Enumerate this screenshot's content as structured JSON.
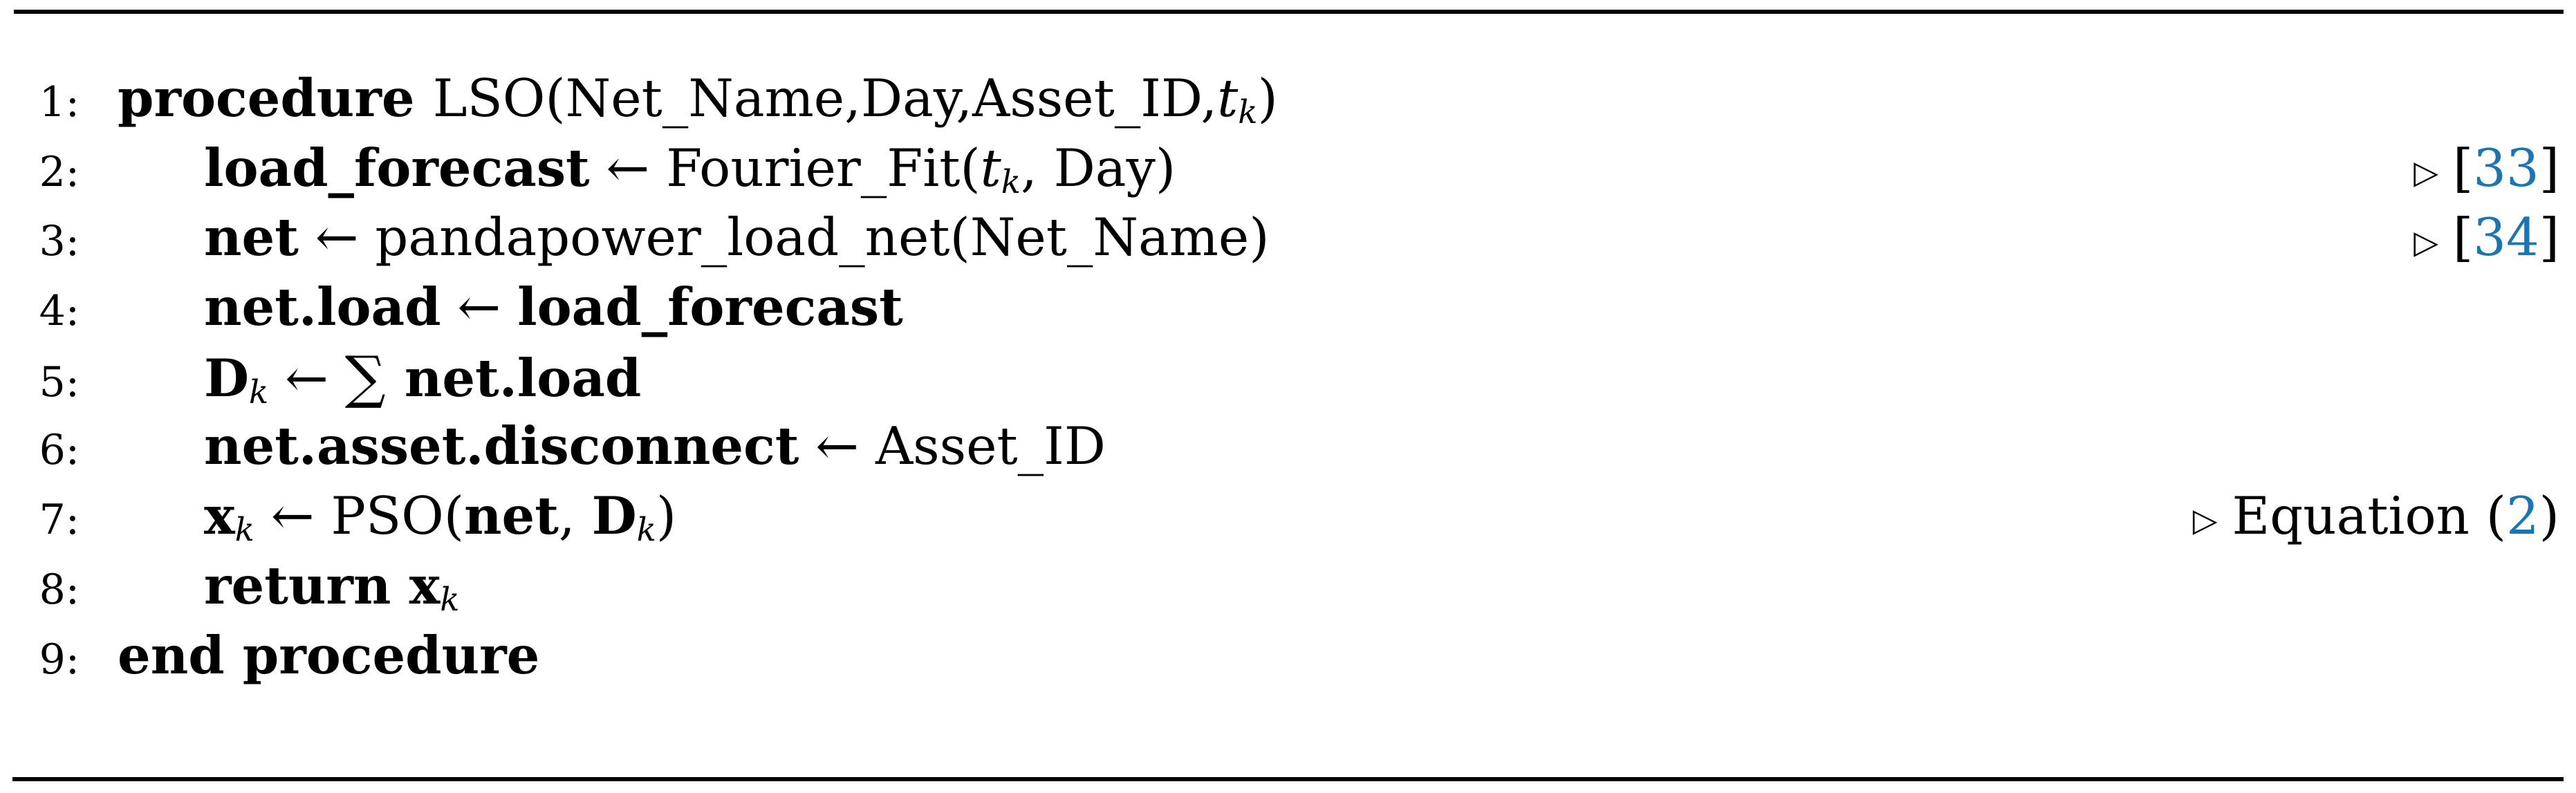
{
  "colors": {
    "text": "#000000",
    "rule": "#000000",
    "accent": "#1b75b2"
  },
  "algorithm": {
    "comment_marker": "▷",
    "lines": [
      {
        "num": "1:",
        "indent": 0,
        "segments": [
          {
            "t": "procedure ",
            "b": true
          },
          {
            "t": "LSO(Net_Name,Day,Asset_ID,"
          },
          {
            "t": "t",
            "i": true
          },
          {
            "t": "k",
            "i": true,
            "s": true
          },
          {
            "t": ")"
          }
        ]
      },
      {
        "num": "2:",
        "indent": 1,
        "segments": [
          {
            "t": "load_forecast",
            "b": true
          },
          {
            "t": " ← "
          },
          {
            "t": "Fourier_Fit("
          },
          {
            "t": "t",
            "i": true
          },
          {
            "t": "k",
            "i": true,
            "s": true
          },
          {
            "t": ", Day)"
          }
        ],
        "comment": [
          {
            "t": "["
          },
          {
            "t": "33",
            "link": "citation-link-33"
          },
          {
            "t": "]"
          }
        ]
      },
      {
        "num": "3:",
        "indent": 1,
        "segments": [
          {
            "t": "net",
            "b": true
          },
          {
            "t": " ← "
          },
          {
            "t": "pandapower_load_net(Net_Name)"
          }
        ],
        "comment": [
          {
            "t": "["
          },
          {
            "t": "34",
            "link": "citation-link-34"
          },
          {
            "t": "]"
          }
        ]
      },
      {
        "num": "4:",
        "indent": 1,
        "segments": [
          {
            "t": "net.load",
            "b": true
          },
          {
            "t": " ← "
          },
          {
            "t": "load_forecast",
            "b": true
          }
        ]
      },
      {
        "num": "5:",
        "indent": 1,
        "segments": [
          {
            "t": "D",
            "b": true
          },
          {
            "t": "k",
            "i": true,
            "s": true
          },
          {
            "t": " ← "
          },
          {
            "t": "∑",
            "big": true
          },
          {
            "t": " "
          },
          {
            "t": "net.load",
            "b": true
          }
        ]
      },
      {
        "num": "6:",
        "indent": 1,
        "segments": [
          {
            "t": "net.asset.disconnect",
            "b": true
          },
          {
            "t": " ← "
          },
          {
            "t": "Asset_ID"
          }
        ]
      },
      {
        "num": "7:",
        "indent": 1,
        "segments": [
          {
            "t": "x",
            "b": true
          },
          {
            "t": "k",
            "i": true,
            "s": true
          },
          {
            "t": " ← "
          },
          {
            "t": "PSO("
          },
          {
            "t": "net",
            "b": true
          },
          {
            "t": ", "
          },
          {
            "t": "D",
            "b": true
          },
          {
            "t": "k",
            "i": true,
            "s": true
          },
          {
            "t": ")"
          }
        ],
        "comment": [
          {
            "t": "Equation ("
          },
          {
            "t": "2",
            "link": "equation-link-2"
          },
          {
            "t": ")"
          }
        ]
      },
      {
        "num": "8:",
        "indent": 1,
        "segments": [
          {
            "t": "return ",
            "b": true
          },
          {
            "t": "x",
            "b": true
          },
          {
            "t": "k",
            "i": true,
            "s": true
          }
        ]
      },
      {
        "num": "9:",
        "indent": 0,
        "segments": [
          {
            "t": "end procedure",
            "b": true
          }
        ]
      }
    ]
  }
}
